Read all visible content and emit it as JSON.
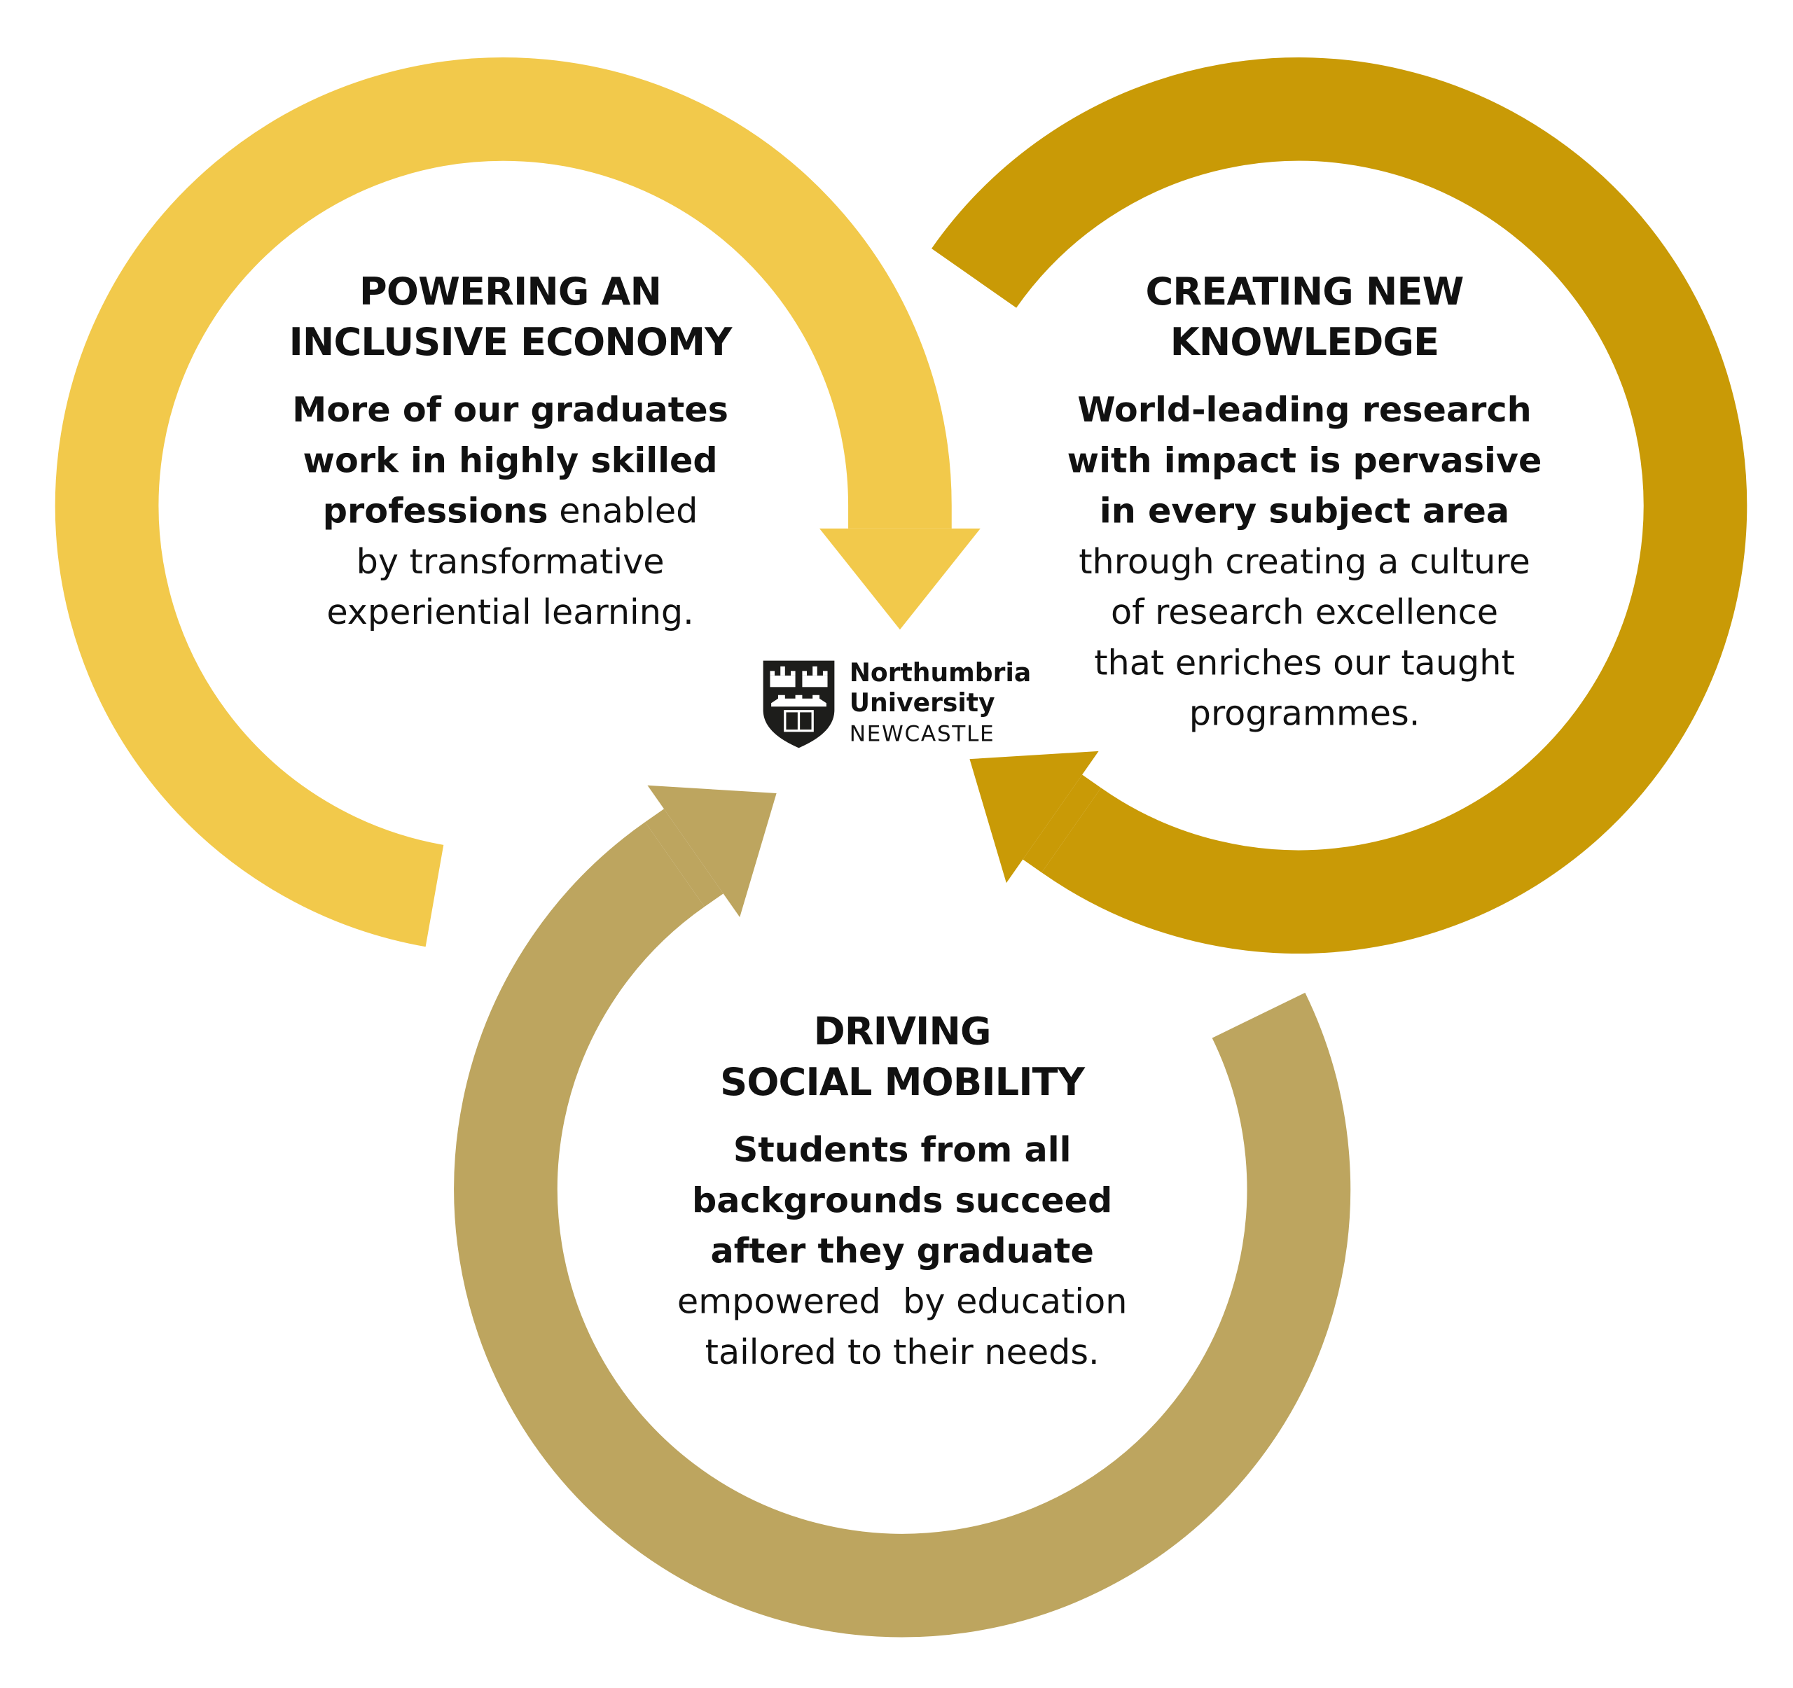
{
  "colors": {
    "economy": "#F2C94B",
    "knowledge": "#C99A06",
    "mobility": "#BDA55F"
  },
  "economy": {
    "heading": [
      "POWERING AN",
      "INCLUSIVE ECONOMY"
    ],
    "lines": [
      {
        "bold": "More of our graduates",
        "regular": ""
      },
      {
        "bold": "work in highly skilled",
        "regular": ""
      },
      {
        "bold": "professions",
        "regular": " enabled"
      },
      {
        "bold": "",
        "regular": "by transformative"
      },
      {
        "bold": "",
        "regular": "experiential learning."
      }
    ]
  },
  "knowledge": {
    "heading": [
      "CREATING NEW",
      "KNOWLEDGE"
    ],
    "lines": [
      {
        "bold": "World-leading research",
        "regular": ""
      },
      {
        "bold": "with impact is pervasive",
        "regular": ""
      },
      {
        "bold": "in every subject area",
        "regular": ""
      },
      {
        "bold": "",
        "regular": "through creating a culture"
      },
      {
        "bold": "",
        "regular": "of research excellence"
      },
      {
        "bold": "",
        "regular": "that enriches our taught"
      },
      {
        "bold": "",
        "regular": "programmes."
      }
    ]
  },
  "mobility": {
    "heading": [
      "DRIVING",
      "SOCIAL MOBILITY"
    ],
    "lines": [
      {
        "bold": "Students from all",
        "regular": ""
      },
      {
        "bold": "backgrounds succeed",
        "regular": ""
      },
      {
        "bold": "after they graduate",
        "regular": ""
      },
      {
        "bold": "",
        "regular": "empowered  by education"
      },
      {
        "bold": "",
        "regular": "tailored to their needs."
      }
    ]
  },
  "logo": {
    "line1": "Northumbria",
    "line2": "University",
    "line3": "NEWCASTLE"
  }
}
